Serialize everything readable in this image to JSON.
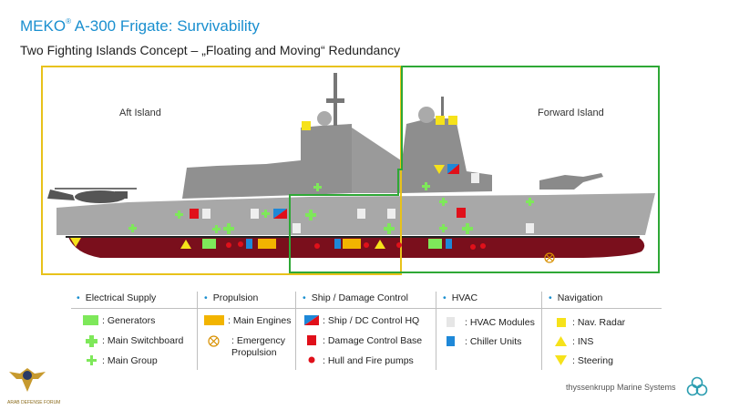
{
  "header": {
    "title_main": "MEKO",
    "title_sup": "®",
    "title_rest": " A-300 Frigate: Survivability",
    "subtitle": "Two Fighting Islands Concept – „Floating and Moving“ Redundancy"
  },
  "islands": {
    "aft": "Aft Island",
    "forward": "Forward Island"
  },
  "colors": {
    "aft_box": "#e8c21a",
    "forward_box": "#2ea836",
    "hull": "#7a0f1c",
    "superstructure": "#8c8c8c",
    "generator": "#7ee85a",
    "main_engine": "#f2b400",
    "damage_control_base": "#e0101a",
    "chiller": "#1e88d8",
    "hvac": "#e6e6e6",
    "nav_radar": "#f6e21a",
    "accent": "#1a8fcf"
  },
  "legend": {
    "electrical": {
      "heading": "Electrical Supply",
      "items": [
        ": Generators",
        ": Main Switchboard",
        ": Main Group"
      ]
    },
    "propulsion": {
      "heading": "Propulsion",
      "items": [
        ": Main Engines",
        ": Emergency",
        "Propulsion"
      ]
    },
    "ship_dc": {
      "heading": "Ship / Damage Control",
      "items": [
        ": Ship / DC Control HQ",
        ": Damage Control Base",
        ": Hull and Fire pumps"
      ]
    },
    "hvac": {
      "heading": "HVAC",
      "items": [
        ": HVAC Modules",
        ": Chiller Units"
      ]
    },
    "navigation": {
      "heading": "Navigation",
      "items": [
        ": Nav. Radar",
        ": INS",
        ": Steering"
      ]
    }
  },
  "footer": {
    "brand": "thyssenkrupp Marine Systems",
    "forum_text": "ARAB DEFENSE FORUM"
  }
}
